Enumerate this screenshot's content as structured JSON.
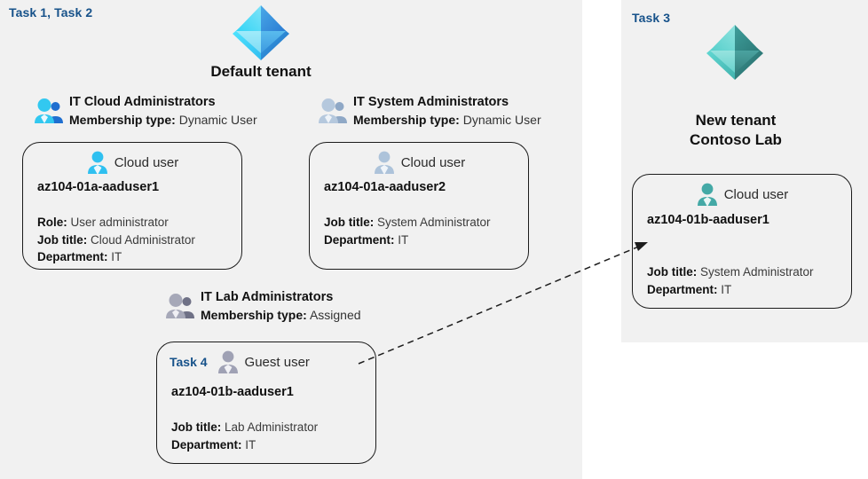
{
  "panels": {
    "left": {
      "task_label": "Task 1, Task 2"
    },
    "right": {
      "task_label": "Task 3"
    }
  },
  "tenants": [
    {
      "id": "default-tenant",
      "icon": "azure-ad-tenant-icon",
      "caption_line1": "Default tenant",
      "caption_line2": "",
      "color": "#31a8ec"
    },
    {
      "id": "new-tenant",
      "icon": "azure-ad-tenant-icon",
      "caption_line1": "New  tenant",
      "caption_line2": "Contoso Lab",
      "color": "#3fb6b1"
    }
  ],
  "groups": [
    {
      "id": "it-cloud-administrators",
      "name": "IT Cloud Administrators",
      "meta_label": "Membership type:",
      "meta_value": "Dynamic User",
      "icon": "group-users-icon",
      "icon_color": "#2fc0f0"
    },
    {
      "id": "it-system-administrators",
      "name": "IT System Administrators",
      "meta_label": "Membership type:",
      "meta_value": "Dynamic User",
      "icon": "group-users-icon",
      "icon_color": "#a8bdd6"
    },
    {
      "id": "it-lab-administrators",
      "name": "IT Lab Administrators",
      "meta_label": "Membership type:",
      "meta_value": "Assigned",
      "icon": "group-users-icon",
      "icon_color": "#9b9bae"
    }
  ],
  "cards": [
    {
      "id": "card-aaduser1-default",
      "task_inline": "",
      "user_type": "Cloud user",
      "user_icon": "cloud-user-icon",
      "icon_color": "#2fc0f0",
      "username": "az104-01a-aaduser1",
      "attrs": [
        {
          "label": "Role:",
          "value": "User administrator"
        },
        {
          "label": "Job title:",
          "value": "Cloud Administrator"
        },
        {
          "label": "Department:",
          "value": "IT"
        }
      ]
    },
    {
      "id": "card-aaduser2-default",
      "task_inline": "",
      "user_type": "Cloud user",
      "user_icon": "cloud-user-icon",
      "icon_color": "#a8bdd6",
      "username": "az104-01a-aaduser2",
      "attrs": [
        {
          "label": "Job title:",
          "value": "System Administrator"
        },
        {
          "label": "Department:",
          "value": "IT"
        }
      ]
    },
    {
      "id": "card-guest-aaduser1-lab",
      "task_inline": "Task 4",
      "user_type": "Guest user",
      "user_icon": "guest-user-icon",
      "icon_color": "#9b9bae",
      "username": "az104-01b-aaduser1",
      "attrs": [
        {
          "label": "Job title:",
          "value": "Lab Administrator"
        },
        {
          "label": "Department:",
          "value": "IT"
        }
      ]
    },
    {
      "id": "card-aaduser1-contoso",
      "task_inline": "",
      "user_type": "Cloud user",
      "user_icon": "cloud-user-icon",
      "icon_color": "#3fa9a6",
      "username": "az104-01b-aaduser1",
      "attrs": [
        {
          "label": "Job title:",
          "value": "System Administrator"
        },
        {
          "label": "Department:",
          "value": "IT"
        }
      ]
    }
  ],
  "connector": {
    "id": "guest-invite-arrow",
    "style": "dashed",
    "from": "card-guest-aaduser1-lab",
    "to": "card-aaduser1-contoso",
    "color": "#1c1c1c"
  },
  "colors": {
    "panel_bg": "#f1f1f1",
    "page_bg": "#ffffff",
    "task_accent": "#17528a",
    "card_border": "#1c1c1c"
  }
}
